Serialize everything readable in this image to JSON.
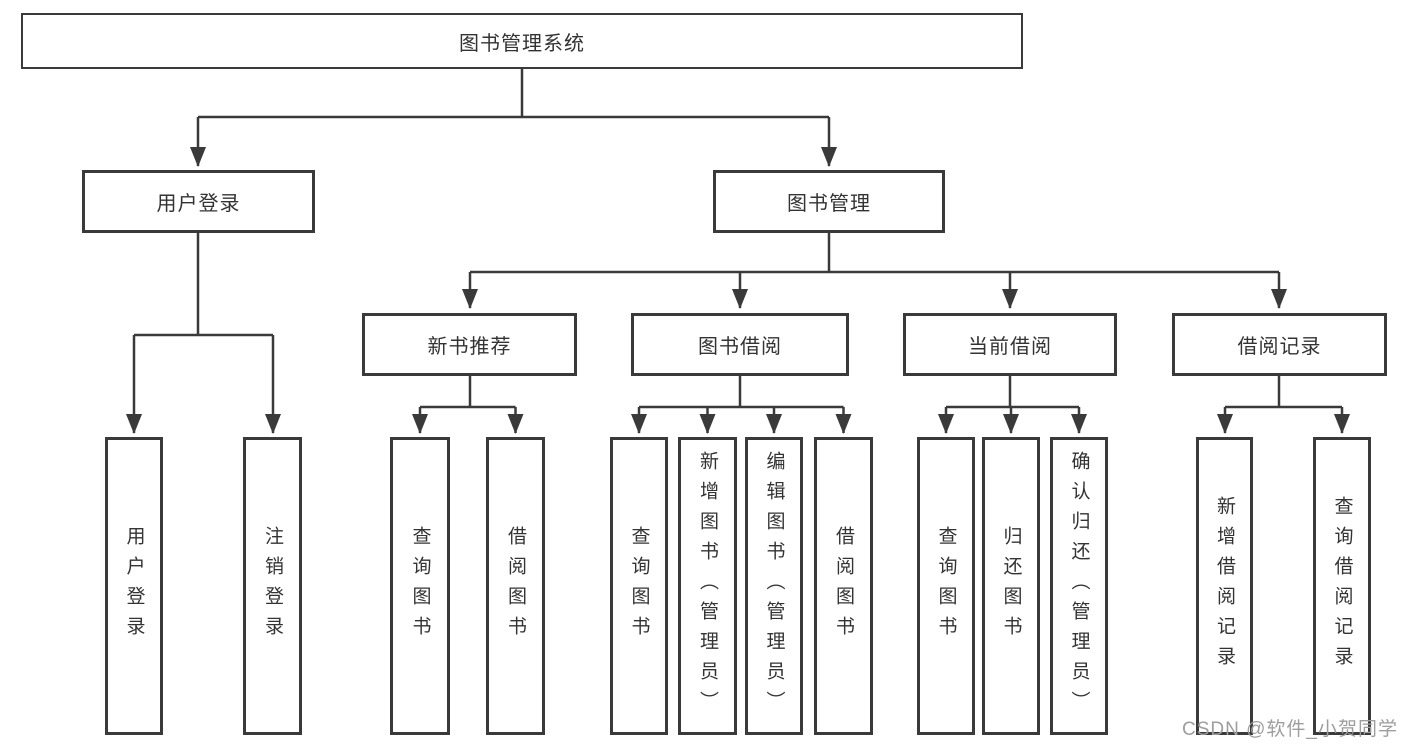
{
  "diagram": {
    "root": "图书管理系统",
    "branches": [
      {
        "label": "用户登录",
        "children": [
          "用户登录",
          "注销登录"
        ]
      },
      {
        "label": "图书管理",
        "sections": [
          {
            "label": "新书推荐",
            "children": [
              "查询图书",
              "借阅图书"
            ]
          },
          {
            "label": "图书借阅",
            "children": [
              "查询图书",
              "新增图书（管理员）",
              "编辑图书（管理员）",
              "借阅图书"
            ]
          },
          {
            "label": "当前借阅",
            "children": [
              "查询图书",
              "归还图书",
              "确认归还（管理员）"
            ]
          },
          {
            "label": "借阅记录",
            "children": [
              "新增借阅记录",
              "查询借阅记录"
            ]
          }
        ]
      }
    ]
  },
  "watermark": "CSDN @软件_小贺同学",
  "colors": {
    "line": "#3a3a3a",
    "text": "#333333",
    "background": "#ffffff",
    "watermark": "#9e9e9e"
  }
}
